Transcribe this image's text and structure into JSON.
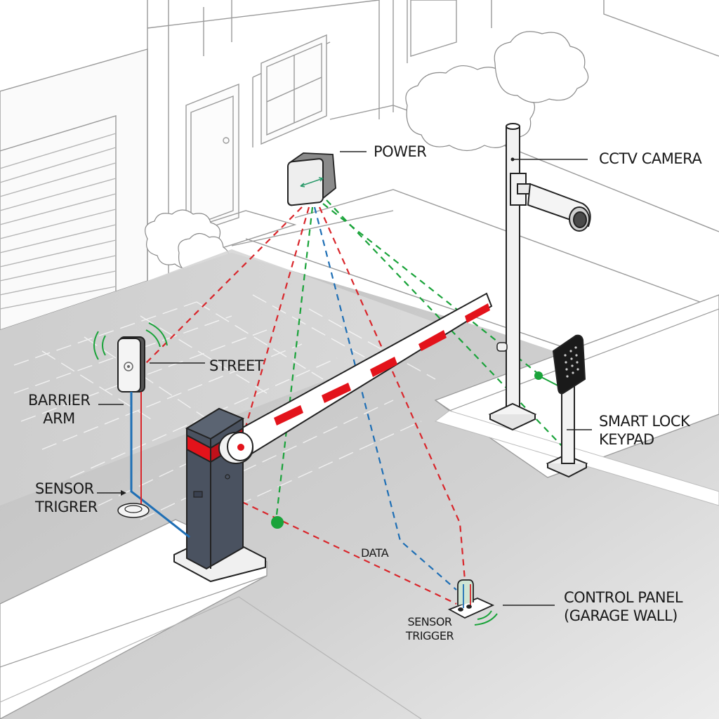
{
  "diagram": {
    "title": "Smart gate access system",
    "colors": {
      "power_line": "#d9262b",
      "data_line": "#1f6fb5",
      "signal_line": "#1aa33a",
      "barrier_stripe": "#e3131b",
      "housing": "#4a5260",
      "pavement": "#d6d6d6",
      "outline": "#222222"
    },
    "labels": {
      "power": "POWER",
      "cctv_camera": "CCTV CAMERA",
      "street": "STREET",
      "barrier_arm": {
        "line1": "BARRIER",
        "line2": "ARM"
      },
      "sensor_trigrer": {
        "line1": "SENSOR",
        "line2": "TRIGRER"
      },
      "smart_lock_keypad": {
        "line1": "SMART LOCK",
        "line2": "KEYPAD"
      },
      "data": "DATA",
      "control_panel": {
        "line1": "CONTROL PANEL",
        "line2": "(GARAGE WALL)"
      },
      "sensor_trigger": {
        "line1": "SENSOR",
        "line2": "TRIGGER"
      }
    },
    "components": [
      {
        "id": "power-box",
        "icon": "power-box-icon"
      },
      {
        "id": "cctv-camera",
        "icon": "cctv-camera-icon"
      },
      {
        "id": "street-reader",
        "icon": "wireless-reader-icon"
      },
      {
        "id": "barrier-gate",
        "icon": "barrier-gate-icon"
      },
      {
        "id": "smart-lock-keypad",
        "icon": "keypad-icon"
      },
      {
        "id": "ground-sensor",
        "icon": "ground-sensor-icon"
      }
    ]
  }
}
